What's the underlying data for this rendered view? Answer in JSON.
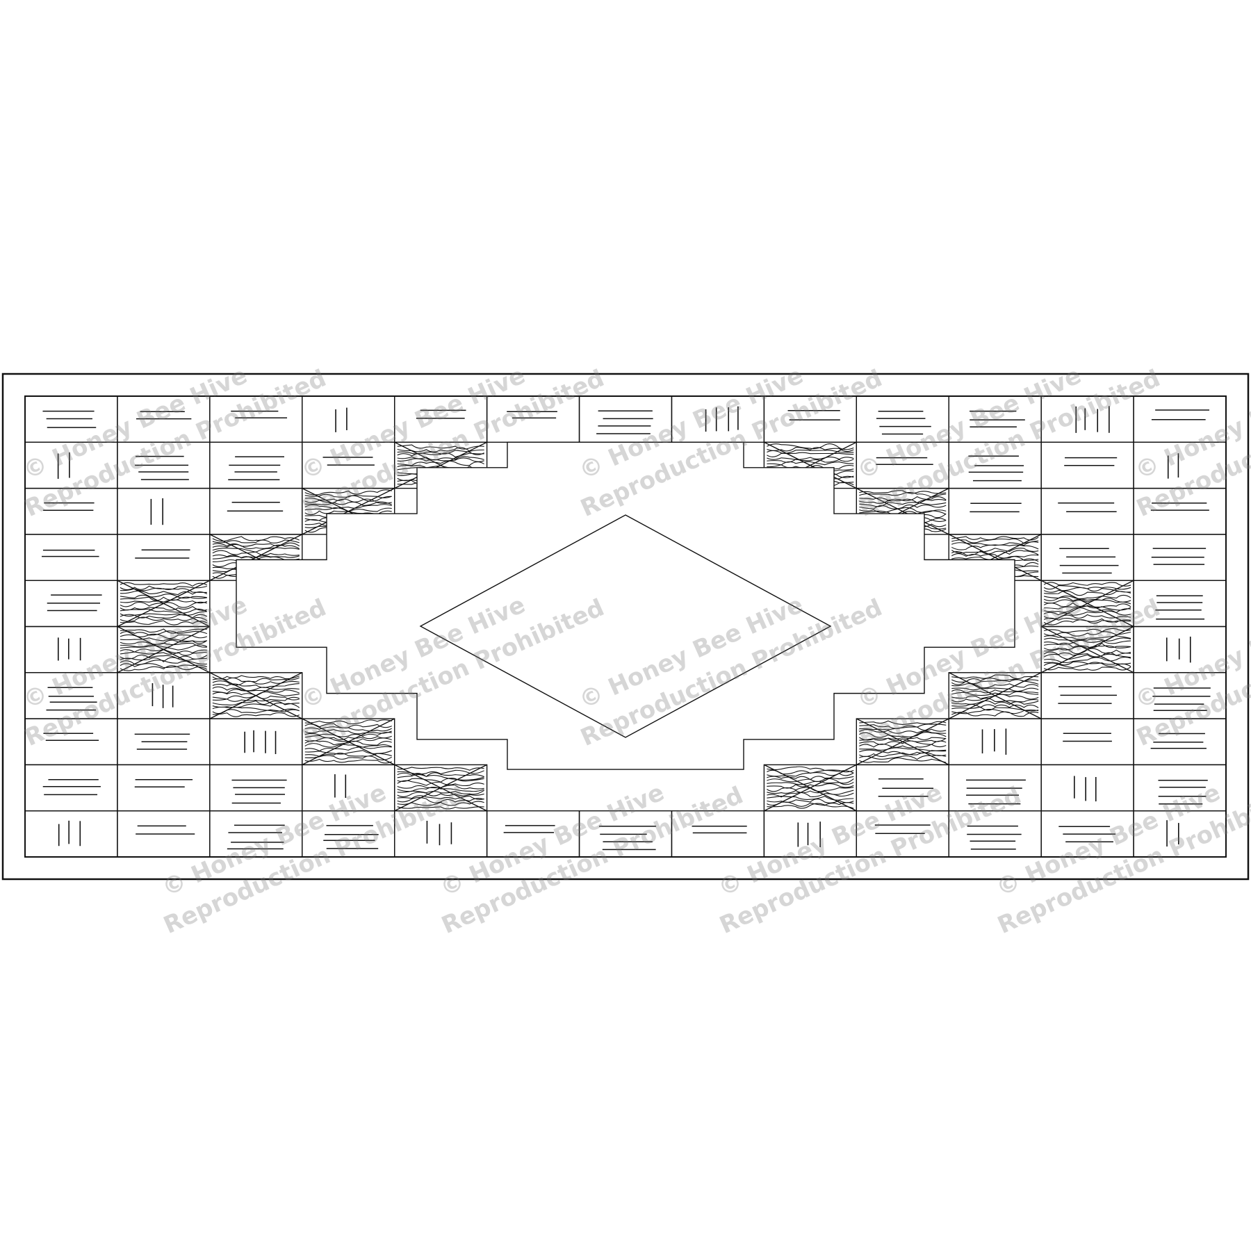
{
  "artwork": {
    "ink_color": "#111111",
    "paper_color": "#ffffff",
    "grid": {
      "columns": 13,
      "rows": 10
    },
    "motif": "stepped-diamond",
    "cell_fills": "hatch-lines",
    "crosshatched_cells": [
      {
        "col": 4,
        "row": 1
      },
      {
        "col": 3,
        "row": 2
      },
      {
        "col": 2,
        "row": 3
      },
      {
        "col": 1,
        "row": 4
      },
      {
        "col": 1,
        "row": 5
      },
      {
        "col": 2,
        "row": 6
      },
      {
        "col": 3,
        "row": 7
      },
      {
        "col": 4,
        "row": 8
      },
      {
        "col": 8,
        "row": 1
      },
      {
        "col": 9,
        "row": 2
      },
      {
        "col": 10,
        "row": 3
      },
      {
        "col": 11,
        "row": 4
      },
      {
        "col": 11,
        "row": 5
      },
      {
        "col": 10,
        "row": 6
      },
      {
        "col": 9,
        "row": 7
      },
      {
        "col": 8,
        "row": 8
      }
    ]
  },
  "watermark": {
    "line1": "© Honey Bee Hive",
    "line2": "Reproduction Prohibited"
  }
}
